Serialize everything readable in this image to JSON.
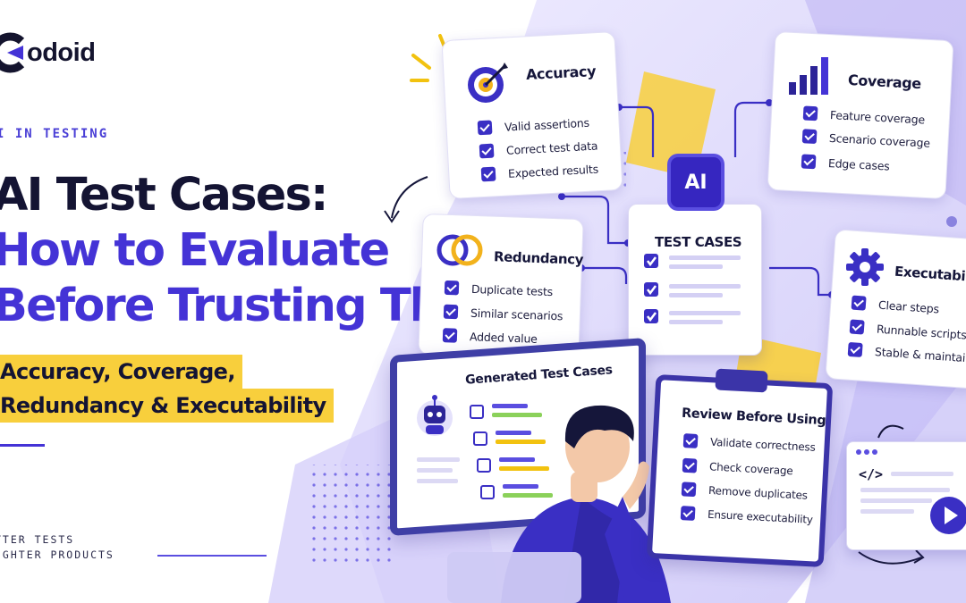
{
  "brand": {
    "logo_text": "odoid"
  },
  "header": {
    "eyebrow": "I IN TESTING"
  },
  "title": {
    "line1": "AI Test Cases:",
    "line2": "How to Evaluate",
    "line3": "Before Trusting Them"
  },
  "subtitle": {
    "line1": "Accuracy, Coverage,",
    "line2": "Redundancy & Executability"
  },
  "tagline": {
    "line1": "TTER TESTS",
    "line2": "IGHTER PRODUCTS"
  },
  "cards": {
    "accuracy": {
      "title": "Accuracy",
      "items": [
        "Valid assertions",
        "Correct test data",
        "Expected results"
      ]
    },
    "coverage": {
      "title": "Coverage",
      "items": [
        "Feature coverage",
        "Scenario coverage",
        "Edge cases"
      ]
    },
    "redundancy": {
      "title": "Redundancy",
      "items": [
        "Duplicate tests",
        "Similar scenarios",
        "Added value"
      ]
    },
    "executability": {
      "title": "Executabilit",
      "items": [
        "Clear steps",
        "Runnable scripts",
        "Stable & maintaina"
      ]
    }
  },
  "test_cases": {
    "chip_label": "AI",
    "title": "TEST CASES"
  },
  "monitor": {
    "title": "Generated Test Cases"
  },
  "review": {
    "title": "Review Before Using",
    "items": [
      "Validate correctness",
      "Check coverage",
      "Remove duplicates",
      "Ensure executability"
    ]
  },
  "code_window": {
    "code_glyph": "</>"
  },
  "colors": {
    "primary": "#4433d6",
    "dark": "#141433",
    "highlight": "#f8cf3c",
    "check": "#3a2fc4",
    "wash": "#d9d5fb"
  },
  "icons": [
    "target-icon",
    "bar-chart-icon",
    "overlap-rings-icon",
    "gear-icon",
    "robot-icon",
    "play-icon",
    "code-icon",
    "ai-chip-icon",
    "curved-arrow-icon",
    "sparkle-icon"
  ]
}
